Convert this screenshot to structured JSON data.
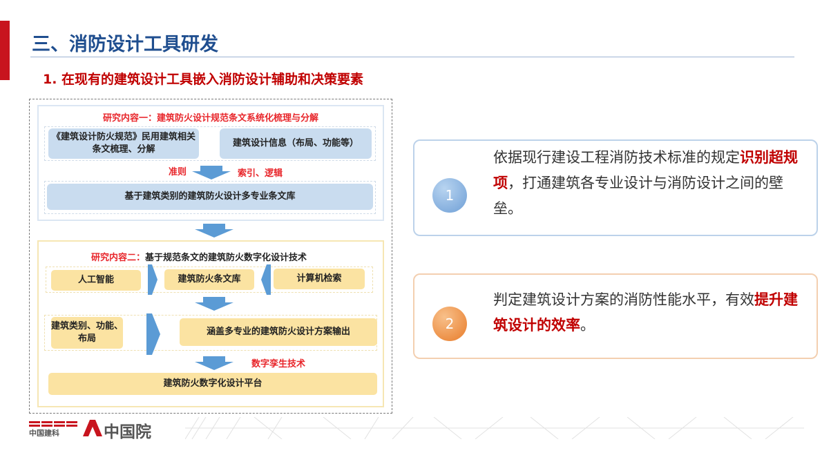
{
  "header": {
    "title": "三、消防设计工具研发",
    "subtitle": "1. 在现有的建筑设计工具嵌入消防设计辅助和决策要素"
  },
  "diagram": {
    "section1": {
      "title": "研究内容一：建筑防火设计规范条文系统化梳理与分解",
      "box_left": "《建筑设计防火规范》民用建筑相关条文梳理、分解",
      "box_right": "建筑设计信息（布局、功能等）",
      "label_left": "准则",
      "label_right": "索引、逻辑",
      "result": "基于建筑类别的建筑防火设计多专业条文库"
    },
    "section2": {
      "title_prefix": "研究内容二：",
      "title_main": "基于规范条文的建筑防火数字化设计技术",
      "box_ai": "人工智能",
      "box_lib": "建筑防火条文库",
      "box_search": "计算机检索",
      "box_input": "建筑类别、功能、布局",
      "box_output": "涵盖多专业的建筑防火设计方案输出",
      "label_twin": "数字孪生技术",
      "platform": "建筑防火数字化设计平台"
    }
  },
  "cards": [
    {
      "number": "1",
      "text_before": "依据现行建设工程消防技术标准的规定",
      "highlight": "识别超规项",
      "text_after": "，打通建筑各专业设计与消防设计之间的壁垒。"
    },
    {
      "number": "2",
      "text_before": "判定建筑设计方案的消防性能水平，有效",
      "highlight": "提升建筑设计的效率",
      "text_after": "。"
    }
  ],
  "footer": {
    "logo_cctc": "CCTC 中国建科",
    "logo_main": "中国院"
  },
  "colors": {
    "title_blue": "#1f4e8f",
    "accent_red": "#c00000",
    "arrow_blue": "#5b9bd5"
  }
}
